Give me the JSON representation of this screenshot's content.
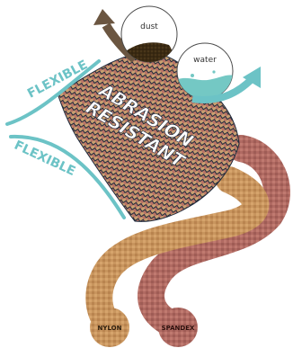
{
  "labels": {
    "dust": "dust",
    "water": "water",
    "flexible_top": "FLEXIBLE",
    "flexible_bottom": "FLEXIBLE",
    "abrasion": "ABRASION",
    "resistant": "RESISTANT",
    "nylon": "NYLON",
    "spandex": "SPANDEX"
  },
  "colors": {
    "teal": "#6cc3c6",
    "weave_dark": "#1f2a3c",
    "weave_tan": "#c9a070",
    "weave_rose": "#b97466",
    "nylon": "#c8955e",
    "spandex": "#b06a62",
    "dust_arrow": "#6b5641",
    "dust": "#3a2a12",
    "water": "#74c8c4"
  }
}
